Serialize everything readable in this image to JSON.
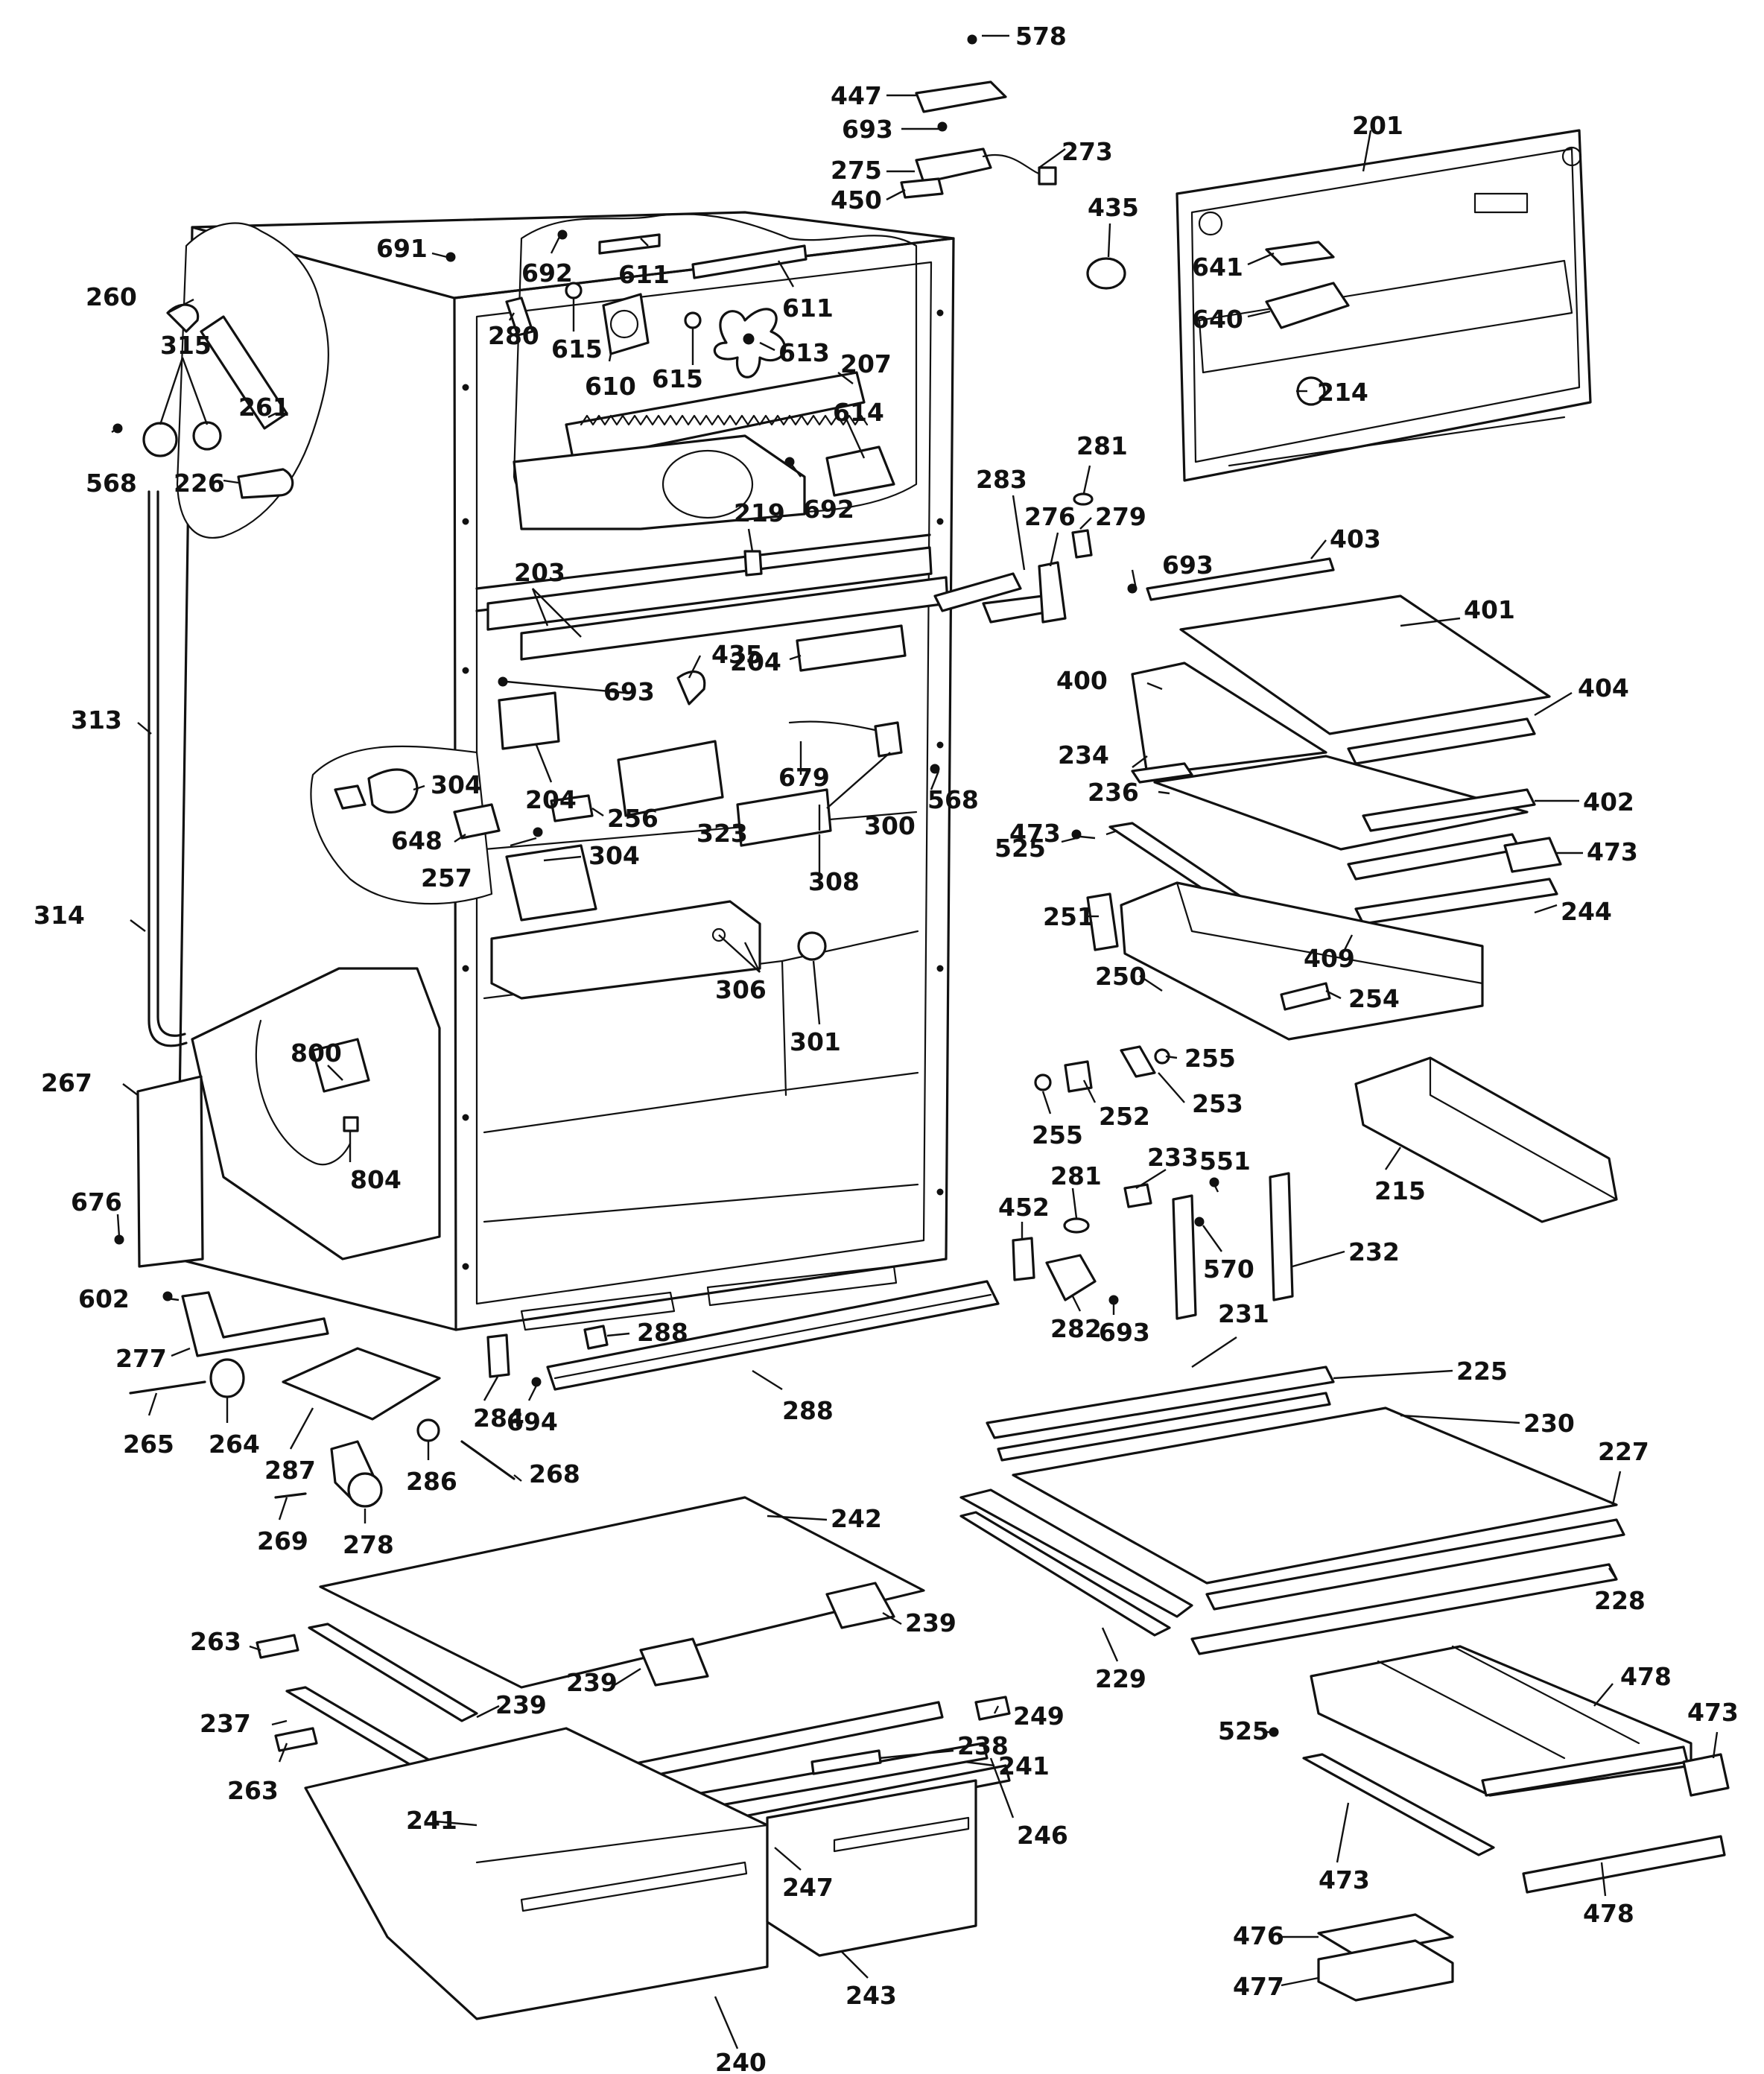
{
  "callouts": [
    {
      "id": "p578",
      "label": "578"
    },
    {
      "id": "p447",
      "label": "447"
    },
    {
      "id": "p693a",
      "label": "693"
    },
    {
      "id": "p275",
      "label": "275"
    },
    {
      "id": "p273",
      "label": "273"
    },
    {
      "id": "p450",
      "label": "450"
    },
    {
      "id": "p201",
      "label": "201"
    },
    {
      "id": "p435a",
      "label": "435"
    },
    {
      "id": "p641",
      "label": "641"
    },
    {
      "id": "p640",
      "label": "640"
    },
    {
      "id": "p214",
      "label": "214"
    },
    {
      "id": "p691",
      "label": "691"
    },
    {
      "id": "p692a",
      "label": "692"
    },
    {
      "id": "p611a",
      "label": "611"
    },
    {
      "id": "p611b",
      "label": "611"
    },
    {
      "id": "p260",
      "label": "260"
    },
    {
      "id": "p315",
      "label": "315"
    },
    {
      "id": "p280",
      "label": "280"
    },
    {
      "id": "p615a",
      "label": "615"
    },
    {
      "id": "p610",
      "label": "610"
    },
    {
      "id": "p615b",
      "label": "615"
    },
    {
      "id": "p613",
      "label": "613"
    },
    {
      "id": "p207",
      "label": "207"
    },
    {
      "id": "p261",
      "label": "261"
    },
    {
      "id": "p614",
      "label": "614"
    },
    {
      "id": "p568a",
      "label": "568"
    },
    {
      "id": "p226",
      "label": "226"
    },
    {
      "id": "p692b",
      "label": "692"
    },
    {
      "id": "p281a",
      "label": "281"
    },
    {
      "id": "p283",
      "label": "283"
    },
    {
      "id": "p279",
      "label": "279"
    },
    {
      "id": "p276",
      "label": "276"
    },
    {
      "id": "p219",
      "label": "219"
    },
    {
      "id": "p203",
      "label": "203"
    },
    {
      "id": "p693b",
      "label": "693"
    },
    {
      "id": "p403",
      "label": "403"
    },
    {
      "id": "p401",
      "label": "401"
    },
    {
      "id": "p435b",
      "label": "435"
    },
    {
      "id": "p313",
      "label": "313"
    },
    {
      "id": "p693c",
      "label": "693"
    },
    {
      "id": "p204a",
      "label": "204"
    },
    {
      "id": "p400",
      "label": "400"
    },
    {
      "id": "p404",
      "label": "404"
    },
    {
      "id": "p204b",
      "label": "204"
    },
    {
      "id": "p679",
      "label": "679"
    },
    {
      "id": "p234",
      "label": "234"
    },
    {
      "id": "p568b",
      "label": "568"
    },
    {
      "id": "p304a",
      "label": "304"
    },
    {
      "id": "p256",
      "label": "256"
    },
    {
      "id": "p236",
      "label": "236"
    },
    {
      "id": "p402",
      "label": "402"
    },
    {
      "id": "p473a",
      "label": "473"
    },
    {
      "id": "p648",
      "label": "648"
    },
    {
      "id": "p323",
      "label": "323"
    },
    {
      "id": "p300",
      "label": "300"
    },
    {
      "id": "p304b",
      "label": "304"
    },
    {
      "id": "p525a",
      "label": "525"
    },
    {
      "id": "p473b",
      "label": "473"
    },
    {
      "id": "p257",
      "label": "257"
    },
    {
      "id": "p308",
      "label": "308"
    },
    {
      "id": "p244",
      "label": "244"
    },
    {
      "id": "p314",
      "label": "314"
    },
    {
      "id": "p251",
      "label": "251"
    },
    {
      "id": "p409",
      "label": "409"
    },
    {
      "id": "p800",
      "label": "800"
    },
    {
      "id": "p306",
      "label": "306"
    },
    {
      "id": "p254",
      "label": "254"
    },
    {
      "id": "p250",
      "label": "250"
    },
    {
      "id": "p301",
      "label": "301"
    },
    {
      "id": "p255a",
      "label": "255"
    },
    {
      "id": "p267",
      "label": "267"
    },
    {
      "id": "p253",
      "label": "253"
    },
    {
      "id": "p252",
      "label": "252"
    },
    {
      "id": "p255b",
      "label": "255"
    },
    {
      "id": "p804",
      "label": "804"
    },
    {
      "id": "p233",
      "label": "233"
    },
    {
      "id": "p551",
      "label": "551"
    },
    {
      "id": "p215",
      "label": "215"
    },
    {
      "id": "p676",
      "label": "676"
    },
    {
      "id": "p281b",
      "label": "281"
    },
    {
      "id": "p452",
      "label": "452"
    },
    {
      "id": "p232",
      "label": "232"
    },
    {
      "id": "p570",
      "label": "570"
    },
    {
      "id": "p602",
      "label": "602"
    },
    {
      "id": "p231",
      "label": "231"
    },
    {
      "id": "p277",
      "label": "277"
    },
    {
      "id": "p282",
      "label": "282"
    },
    {
      "id": "p693d",
      "label": "693"
    },
    {
      "id": "p288a",
      "label": "288"
    },
    {
      "id": "p225",
      "label": "225"
    },
    {
      "id": "p694",
      "label": "694"
    },
    {
      "id": "p284",
      "label": "284"
    },
    {
      "id": "p288b",
      "label": "288"
    },
    {
      "id": "p230",
      "label": "230"
    },
    {
      "id": "p265",
      "label": "265"
    },
    {
      "id": "p264",
      "label": "264"
    },
    {
      "id": "p287",
      "label": "287"
    },
    {
      "id": "p227",
      "label": "227"
    },
    {
      "id": "p268",
      "label": "268"
    },
    {
      "id": "p286",
      "label": "286"
    },
    {
      "id": "p242",
      "label": "242"
    },
    {
      "id": "p269",
      "label": "269"
    },
    {
      "id": "p278",
      "label": "278"
    },
    {
      "id": "p228",
      "label": "228"
    },
    {
      "id": "p239a",
      "label": "239"
    },
    {
      "id": "p229",
      "label": "229"
    },
    {
      "id": "p263a",
      "label": "263"
    },
    {
      "id": "p478a",
      "label": "478"
    },
    {
      "id": "p239b",
      "label": "239"
    },
    {
      "id": "p239c",
      "label": "239"
    },
    {
      "id": "p249",
      "label": "249"
    },
    {
      "id": "p237",
      "label": "237"
    },
    {
      "id": "p525b",
      "label": "525"
    },
    {
      "id": "p473c",
      "label": "473"
    },
    {
      "id": "p238",
      "label": "238"
    },
    {
      "id": "p241a",
      "label": "241"
    },
    {
      "id": "p263b",
      "label": "263"
    },
    {
      "id": "p246",
      "label": "246"
    },
    {
      "id": "p241b",
      "label": "241"
    },
    {
      "id": "p473d",
      "label": "473"
    },
    {
      "id": "p247",
      "label": "247"
    },
    {
      "id": "p478b",
      "label": "478"
    },
    {
      "id": "p476",
      "label": "476"
    },
    {
      "id": "p243",
      "label": "243"
    },
    {
      "id": "p477",
      "label": "477"
    },
    {
      "id": "p240",
      "label": "240"
    }
  ]
}
